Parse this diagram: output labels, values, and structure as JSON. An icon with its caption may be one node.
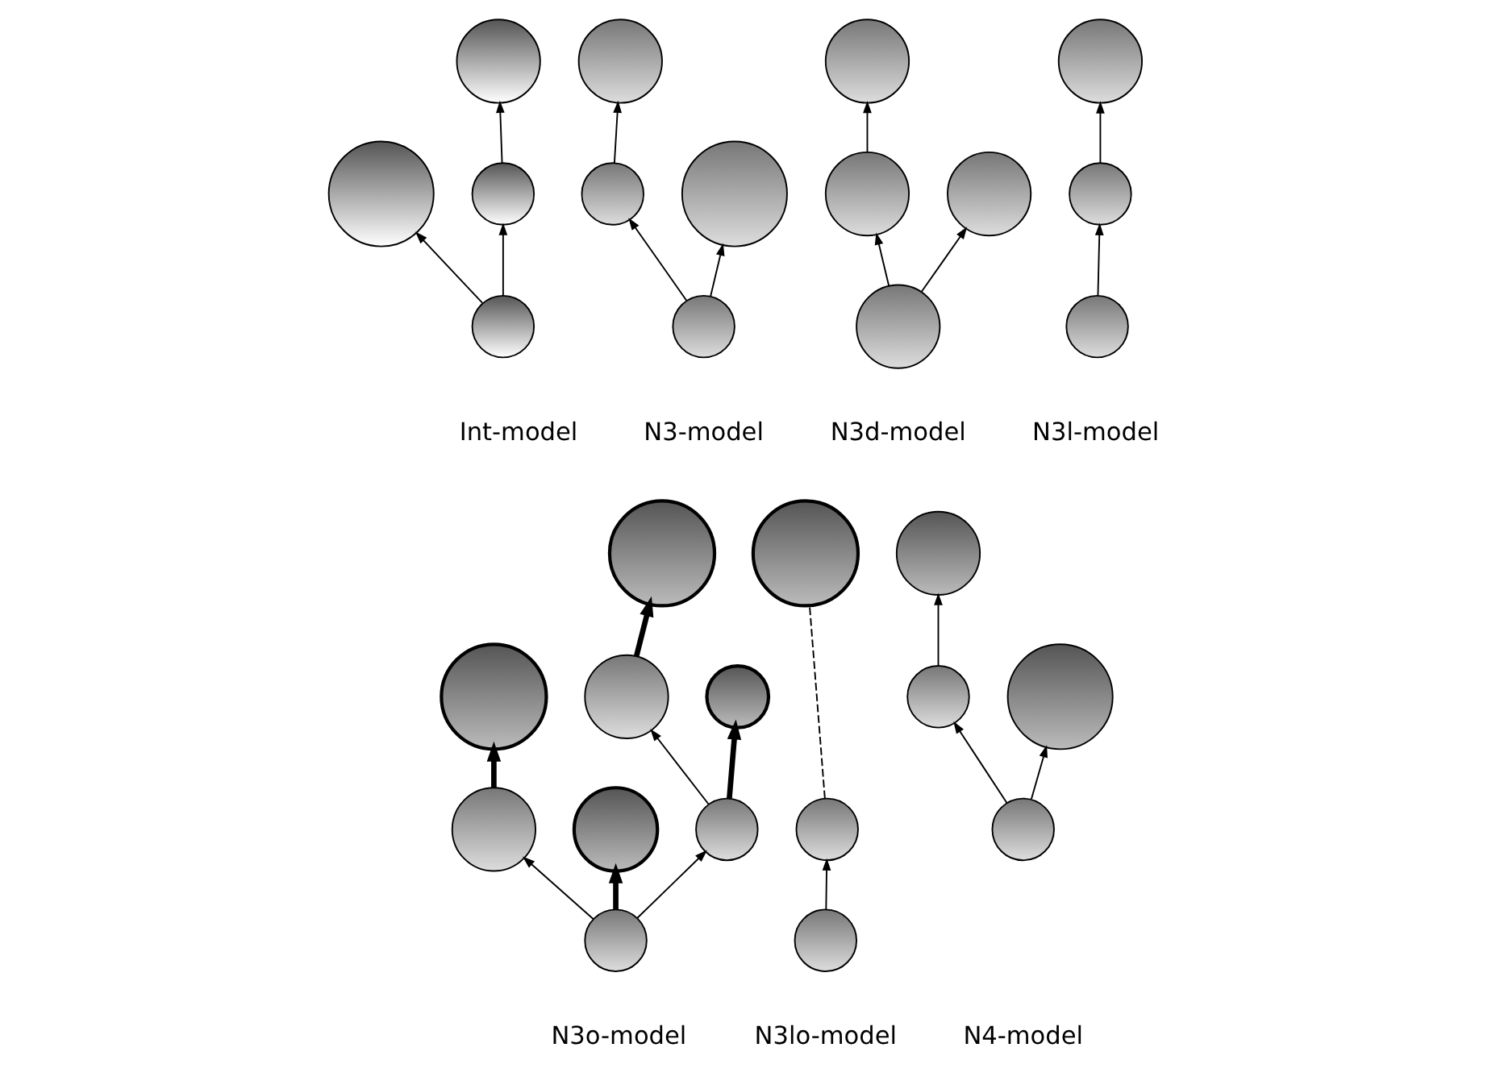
{
  "diagram": {
    "nodes": [
      {
        "text": [],
        "shape": "circle"
      },
      {
        "text": [],
        "shape": "circle"
      },
      {
        "text": [],
        "shape": "circle"
      },
      {
        "text": [],
        "shape": "circle"
      },
      {
        "text": [],
        "shape": "circle"
      },
      {
        "text": [],
        "shape": "circle"
      },
      {
        "text": [],
        "shape": "circle"
      },
      {
        "text": [],
        "shape": "circle"
      },
      {
        "text": [],
        "shape": "circle"
      },
      {
        "text": [],
        "shape": "circle"
      },
      {
        "text": [],
        "shape": "circle"
      },
      {
        "text": [],
        "shape": "circle"
      },
      {
        "text": [],
        "shape": "circle"
      },
      {
        "text": [],
        "shape": "circle"
      },
      {
        "text": [],
        "shape": "circle"
      },
      {
        "text": [],
        "shape": "circle"
      },
      {
        "text": [],
        "shape": "circle"
      },
      {
        "text": [],
        "shape": "circle"
      },
      {
        "text": [],
        "shape": "circle"
      },
      {
        "text": [],
        "shape": "circle"
      },
      {
        "text": [],
        "shape": "circle"
      },
      {
        "text": [],
        "shape": "circle"
      },
      {
        "text": [],
        "shape": "circle"
      },
      {
        "text": [],
        "shape": "circle"
      },
      {
        "text": [],
        "shape": "circle"
      },
      {
        "text": [],
        "shape": "circle"
      },
      {
        "text": [],
        "shape": "circle"
      },
      {
        "text": [],
        "shape": "circle"
      },
      {
        "text": [],
        "shape": "circle"
      },
      {
        "text": [],
        "shape": "circle"
      }
    ],
    "edges": [
      {
        "from": 3,
        "to": 1,
        "arrow": "to"
      },
      {
        "from": 3,
        "to": 2,
        "arrow": "to"
      },
      {
        "from": 2,
        "to": 0,
        "arrow": "to"
      },
      {
        "from": 7,
        "to": 5,
        "arrow": "to"
      },
      {
        "from": 7,
        "to": 6,
        "arrow": "to"
      },
      {
        "from": 6,
        "to": 4,
        "arrow": "to"
      },
      {
        "from": 11,
        "to": 9,
        "arrow": "to"
      },
      {
        "from": 11,
        "to": 10,
        "arrow": "to"
      },
      {
        "from": 10,
        "to": 8,
        "arrow": "to"
      },
      {
        "from": 14,
        "to": 13,
        "arrow": "to"
      },
      {
        "from": 13,
        "to": 12,
        "arrow": "to"
      },
      {
        "from": 22,
        "to": 19,
        "arrow": "to"
      },
      {
        "from": 22,
        "to": 20,
        "arrow": "to"
      },
      {
        "from": 22,
        "to": 21,
        "arrow": "to",
        "style": "thick"
      },
      {
        "from": 19,
        "to": 16,
        "arrow": "to",
        "style": "thick"
      },
      {
        "from": 20,
        "to": 17,
        "arrow": "to"
      },
      {
        "from": 20,
        "to": 18,
        "arrow": "to",
        "style": "thick"
      },
      {
        "from": 17,
        "to": 15,
        "arrow": "to",
        "style": "thick"
      },
      {
        "from": 25,
        "to": 24,
        "arrow": "to"
      },
      {
        "from": 24,
        "to": 23,
        "arrow": "none",
        "style": "dashed"
      },
      {
        "from": 29,
        "to": 27,
        "arrow": "to"
      },
      {
        "from": 29,
        "to": 28,
        "arrow": "to"
      },
      {
        "from": 28,
        "to": 26,
        "arrow": "to"
      }
    ],
    "labels": [
      "Int-model",
      "N3-model",
      "N3d-model",
      "N3l-model",
      "N3o-model",
      "N3lo-model",
      "N4-model"
    ]
  }
}
